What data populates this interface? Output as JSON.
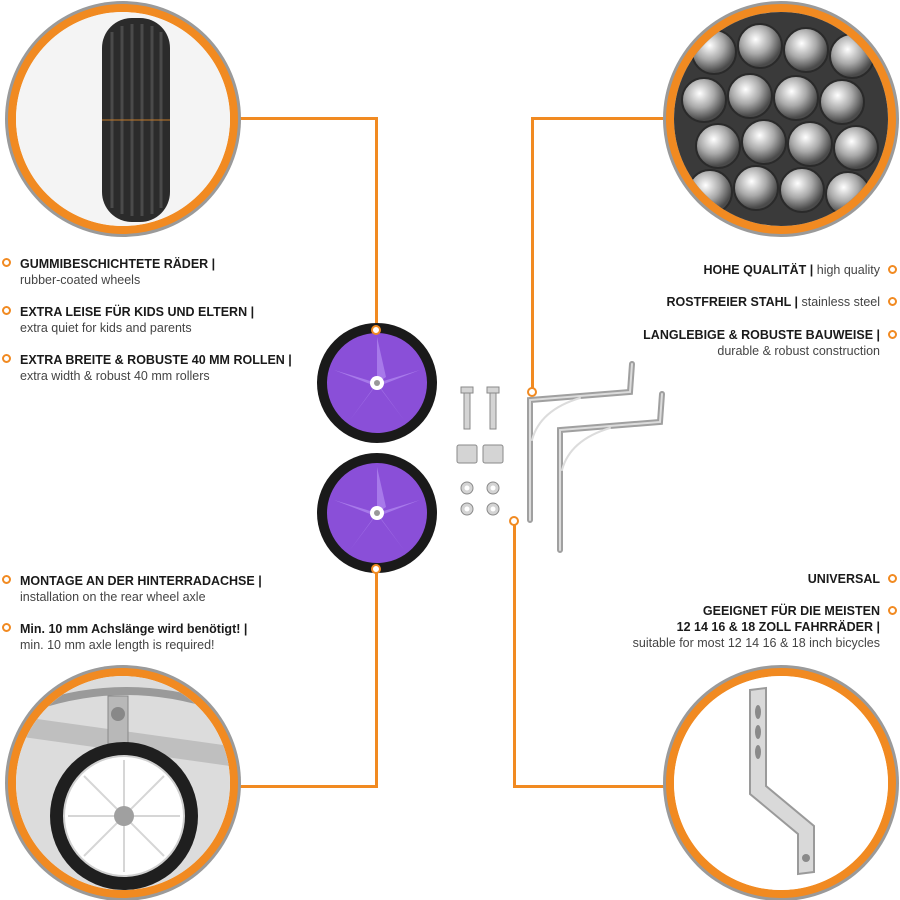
{
  "colors": {
    "accent": "#f18a21",
    "ring_gray": "#9a9a9a",
    "wheel_purple": "#8a4fd8",
    "tire": "#1a1a1a"
  },
  "left_features_top": [
    {
      "title": "GUMMIBESCHICHTETE RÄDER |",
      "subtitle": "rubber-coated wheels"
    },
    {
      "title": "EXTRA LEISE FÜR KIDS UND ELTERN |",
      "subtitle": "extra quiet for kids and parents"
    },
    {
      "title": "EXTRA BREITE & ROBUSTE 40 MM ROLLEN |",
      "subtitle": "extra width & robust 40 mm rollers"
    }
  ],
  "left_features_bottom": [
    {
      "title": "MONTAGE AN DER HINTERRADACHSE |",
      "subtitle": "installation on the rear wheel axle"
    },
    {
      "title": "Min. 10 mm Achslänge wird benötigt! |",
      "subtitle": "min. 10 mm axle length is required!"
    }
  ],
  "right_features_top": [
    {
      "title": "HOHE QUALITÄT |",
      "inline": "high quality"
    },
    {
      "title": "ROSTFREIER STAHL |",
      "inline": "stainless steel"
    },
    {
      "title": "LANGLEBIGE & ROBUSTE BAUWEISE |",
      "subtitle": "durable & robust construction"
    }
  ],
  "right_features_bottom": [
    {
      "title": "UNIVERSAL"
    },
    {
      "title": "GEEIGNET FÜR DIE MEISTEN",
      "title2": "12 14 16 & 18 ZOLL FAHRRÄDER |",
      "subtitle": "suitable for most 12 14 16 & 18 inch bicycles"
    }
  ],
  "icons": [
    "tire-closeup-image",
    "steel-rods-image",
    "mounted-wheel-image",
    "bracket-image",
    "purple-wheel-image",
    "bracket-product-image",
    "hardware-screws-image"
  ]
}
